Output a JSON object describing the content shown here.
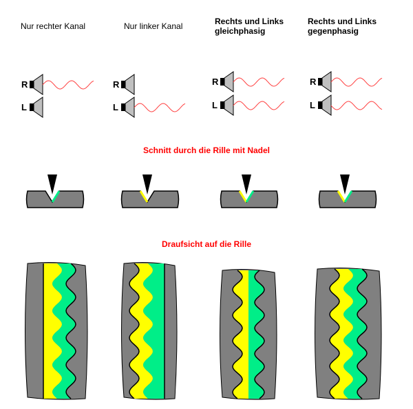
{
  "columns": [
    {
      "label_line1": "Nur rechter Kanal",
      "label_line2": "",
      "right_signal": true,
      "left_signal": false,
      "left_phase": "none",
      "groove_mode": "right"
    },
    {
      "label_line1": "Nur linker Kanal",
      "label_line2": "",
      "right_signal": false,
      "left_signal": true,
      "left_phase": "in-phase",
      "groove_mode": "left"
    },
    {
      "label_line1": "Rechts und Links",
      "label_line2": "gleichphasig",
      "right_signal": true,
      "left_signal": true,
      "left_phase": "in-phase",
      "groove_mode": "in-phase"
    },
    {
      "label_line1": "Rechts und Links",
      "label_line2": "gegenphasig",
      "right_signal": true,
      "left_signal": true,
      "left_phase": "anti-phase",
      "groove_mode": "anti-phase"
    }
  ],
  "speaker_labels": {
    "right": "R",
    "left": "L"
  },
  "section_titles": {
    "cross_section": "Schnitt durch die Rille mit Nadel",
    "top_view": "Draufsicht auf die Rille"
  },
  "colors": {
    "signal": "#ff4040",
    "vinyl": "#808080",
    "yellow_flank": "#ffff00",
    "green_flank": "#00ee88",
    "needle": "#000000",
    "speaker_cone": "#c0c0c0",
    "title": "#ff0000"
  }
}
